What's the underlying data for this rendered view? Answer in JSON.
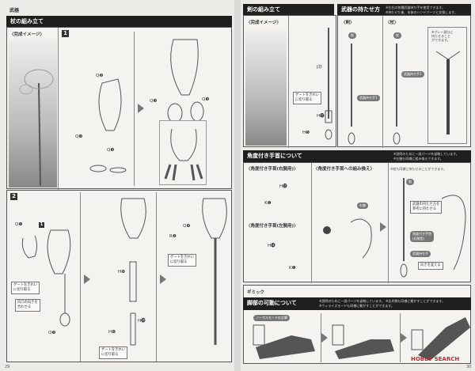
{
  "left_page": {
    "section": "武器",
    "title": "杖の組み立て",
    "completion_label": "〈完成イメージ〉",
    "step1": {
      "number": "1",
      "parts": [
        "Q❷",
        "Q❸",
        "Q❸",
        "Q❸",
        "Q❸"
      ]
    },
    "step2": {
      "number": "2",
      "sub_ref": "1",
      "parts": {
        "q1": "Q❶",
        "q5": "Q❺",
        "h10": "H❿",
        "h6": "H❻",
        "h18": "H⓲",
        "q4": "Q❹",
        "r2": "R❷"
      },
      "callouts": {
        "gate1": "ゲートをきれい\nに切り取る",
        "align": "凹凸の向きを\n合わせる",
        "gate2": "ゲートをきれい\nに切り取る",
        "gate3": "ゲートをきれい\nに切り取る"
      },
      "caution": "!"
    },
    "page_number": "29"
  },
  "right_page": {
    "sword": {
      "title": "剣の組み立て",
      "completion_label": "〈完成イメージ〉",
      "parts": {
        "j": "J㉕",
        "h17": "H⓱",
        "h5": "H❺"
      },
      "callout": "ゲートをきれい\nに切り取る"
    },
    "holding": {
      "title": "武器の持たせ方",
      "notes": [
        "※左右の各種武器持ち手を使用できます。",
        "※持たせた後、本体のハンドパーツと交換します。"
      ],
      "sword_label": "〈剣〉",
      "staff_label": "〈杖〉",
      "sword_pill": "剣",
      "staff_pill": "杖",
      "hand_pill": "武器持ち手1",
      "hand_pill2": "武器持ち手1",
      "grey_note": "※グレー部分に\n持たせること\nができます。"
    },
    "wrist": {
      "title": "角度付き手首について",
      "notes": [
        "※説明のために一部パーツを省略しています。",
        "※左腕も同様に組み換えできます。"
      ],
      "right_label": "〈角度付き手首(右腕用)〉",
      "left_label": "〈角度付き手首(左腕用)〉",
      "swap_label": "〈角度付き手首への組み換え〉",
      "swap_note": "※杖も同様に持たせることができます。",
      "parts": {
        "h13": "H⓭",
        "k1": "K❶",
        "h14": "H⓮",
        "k1b": "K❶"
      },
      "pills": {
        "right_arm": "右腕",
        "sword": "剣",
        "wrist": "角度付き手首\n(右腕用)",
        "holder": "武器持ち手"
      },
      "callouts": {
        "ref": "武器の持たせ方を\n参考に持たせる",
        "turn": "向きを変える"
      }
    },
    "gimmick": {
      "section": "ギミック",
      "title": "脚部の可動について",
      "notes": [
        "※説明のために一部パーツを省略しています。 ※反対側も同様に動かすことができます。",
        "※ウィライズモードも同様に動かすことができます。"
      ],
      "mode_pill": "ノーマルモードの左脚"
    },
    "page_number": "30",
    "watermark": "HOBBY SEARCH"
  },
  "colors": {
    "bar": "#1e1e1e",
    "paper": "#ecebe8",
    "watermark": "#c0282e"
  }
}
